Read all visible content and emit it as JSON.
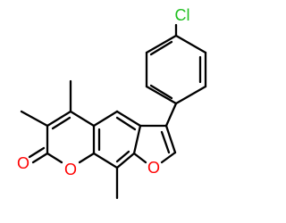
{
  "molecule": {
    "atoms": {
      "cl": {
        "label": "Cl",
        "color": "#1fbf1f"
      },
      "o_carbonyl": {
        "label": "O",
        "color": "#ff0000"
      },
      "o_lactone": {
        "label": "O",
        "color": "#ff0000"
      },
      "o_furan": {
        "label": "O",
        "color": "#ff0000"
      }
    },
    "bond_color": "#000000"
  }
}
